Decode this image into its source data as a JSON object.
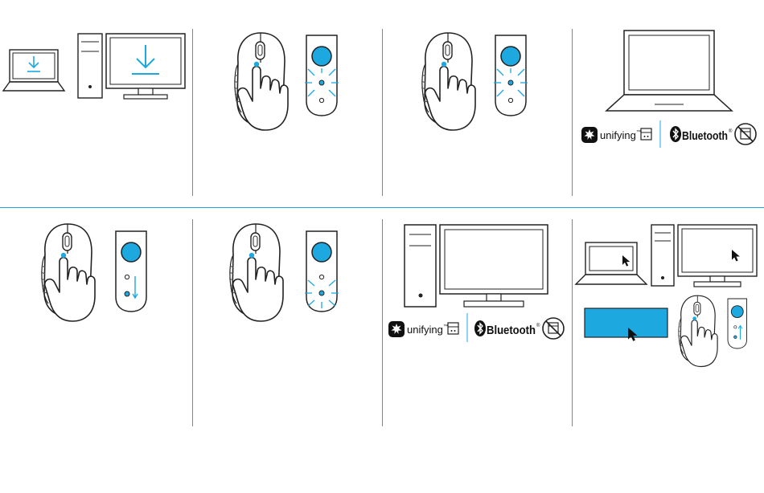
{
  "document": {
    "steps": [
      {
        "id": "step-1",
        "topic": "download-software"
      },
      {
        "id": "step-2",
        "topic": "hold-easy-switch-button"
      },
      {
        "id": "step-3",
        "topic": "channel-light-blinking"
      },
      {
        "id": "step-4",
        "topic": "choose-connection-type"
      },
      {
        "id": "step-5",
        "topic": "press-easy-switch-button"
      },
      {
        "id": "step-6",
        "topic": "channel-light-blinking"
      },
      {
        "id": "step-7",
        "topic": "choose-connection-type"
      },
      {
        "id": "step-8",
        "topic": "flow-across-computers"
      }
    ],
    "connection": {
      "unifying_label": "unifying",
      "unifying_mark": "™",
      "bluetooth_label": "Bluetooth",
      "bluetooth_mark": "®"
    },
    "colors": {
      "accent": "#1ea8e0",
      "line": "#222222"
    },
    "icons": [
      "download-icon",
      "laptop-icon",
      "desktop-icon",
      "mouse-icon",
      "hand-icon",
      "easy-switch-icon",
      "unifying-icon",
      "bluetooth-icon",
      "no-receiver-icon",
      "cursor-icon"
    ]
  }
}
